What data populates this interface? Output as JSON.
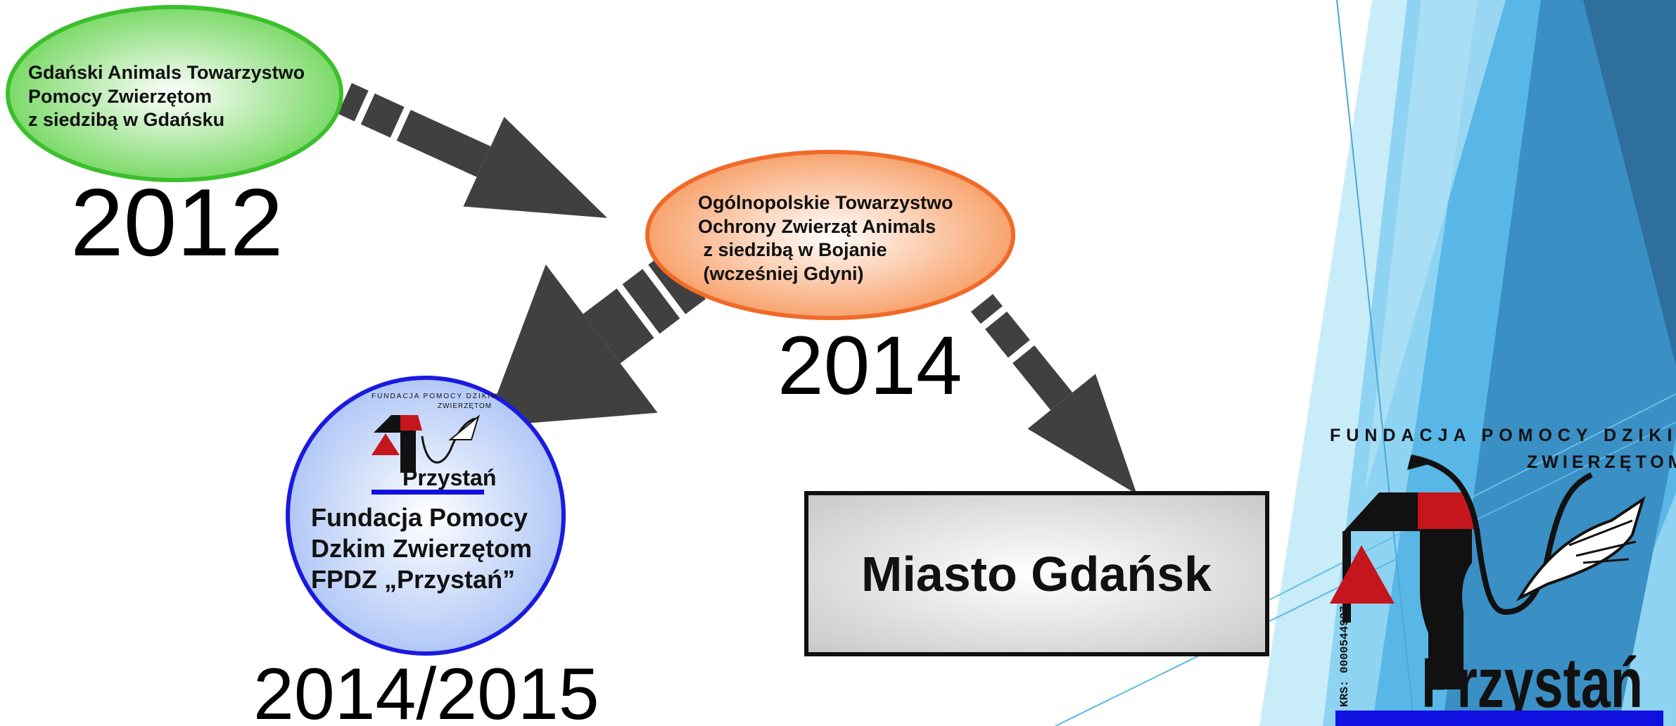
{
  "nodes": {
    "gdanski": {
      "lines": [
        "Gdański Animals Towarzystwo",
        "Pomocy Zwierzętom",
        "z siedzibą w Gdańsku"
      ],
      "year": "2012",
      "fill": "#6fd65a",
      "border": "#3cbf2c"
    },
    "ogolnopolskie": {
      "lines": [
        "Ogólnopolskie Towarzystwo",
        "Ochrony Zwierząt Animals",
        " z siedzibą w Bojanie",
        " (wcześniej Gdyni)"
      ],
      "year": "2014",
      "fill": "#f79a5f",
      "border": "#f06a2a"
    },
    "fundacja": {
      "lines": [
        "Fundacja Pomocy",
        "Dzkim Zwierzętom",
        "FPDZ „Przystań”"
      ],
      "year": "2014/2015",
      "fill": "#b9cdf7",
      "border": "#1a1ae0"
    },
    "miasto": {
      "label": "Miasto Gdańsk",
      "border": "#111111"
    }
  },
  "logo": {
    "org_line1": "FUNDACJA POMOCY DZIKIM",
    "org_line2": "ZWIERZĘTOM",
    "name": "Przystań",
    "krs": "KRS: 0000544937",
    "red": "#c4161c",
    "black": "#111111",
    "bar": "#1010e0"
  },
  "colors": {
    "arrow": "#404040",
    "background_blues": [
      "#2e6f9e",
      "#3a8fc5",
      "#58b7e6",
      "#8fd3f2",
      "#c9ecf9"
    ]
  }
}
